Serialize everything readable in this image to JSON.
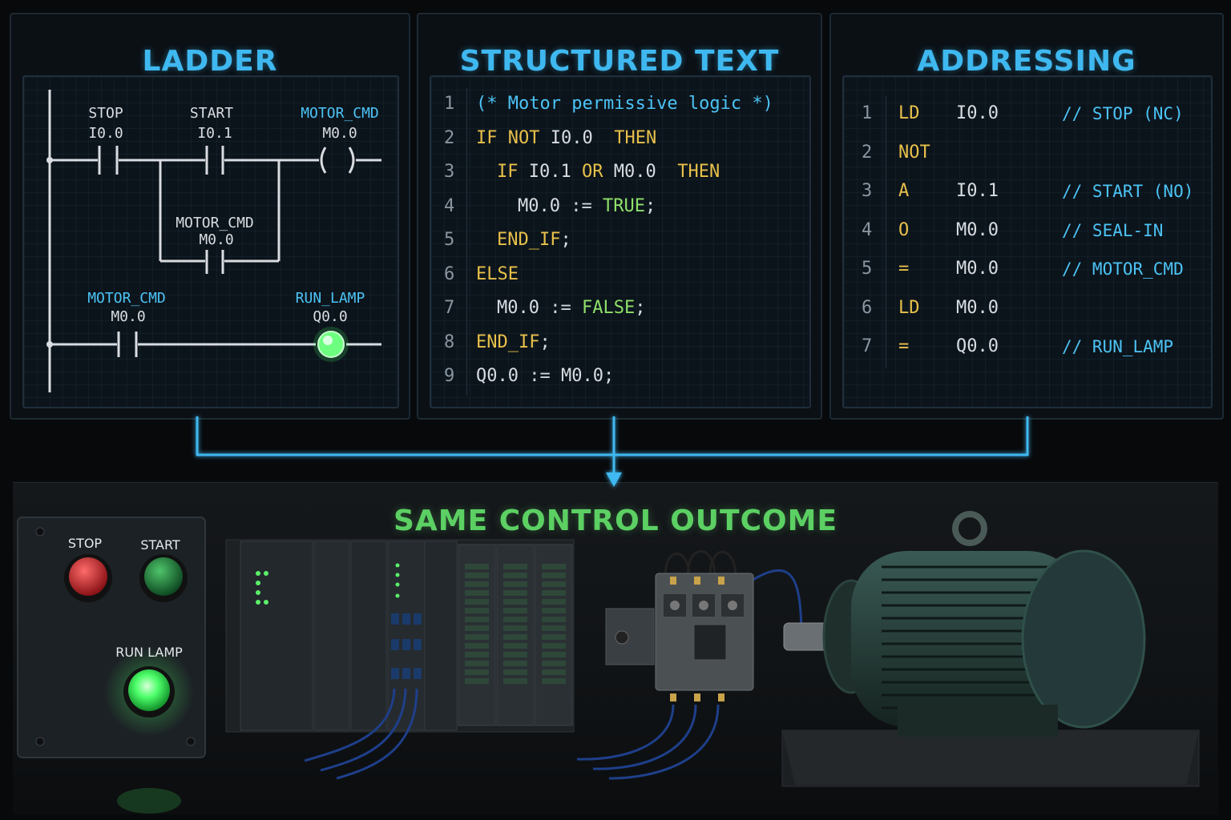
{
  "panels": {
    "ladder": {
      "title": "LADDER"
    },
    "structured_text": {
      "title": "STRUCTURED TEXT"
    },
    "addressing": {
      "title": "ADDRESSING"
    }
  },
  "ladder": {
    "rung1": {
      "stop_name": "STOP",
      "stop_addr": "I0.0",
      "start_name": "START",
      "start_addr": "I0.1",
      "coil_name": "MOTOR_CMD",
      "coil_addr": "M0.0",
      "coil_symbol": "( )",
      "seal_name": "MOTOR_CMD",
      "seal_addr": "M0.0"
    },
    "rung2": {
      "contact_name": "MOTOR_CMD",
      "contact_addr": "M0.0",
      "lamp_name": "RUN_LAMP",
      "lamp_addr": "Q0.0"
    }
  },
  "structured_text": {
    "lines": [
      {
        "num": "1",
        "indent": 0,
        "tokens": [
          {
            "t": "(* Motor permissive logic *)",
            "c": "cm"
          }
        ]
      },
      {
        "num": "2",
        "indent": 0,
        "tokens": [
          {
            "t": "IF NOT",
            "c": "kw"
          },
          {
            "t": " I0.0  ",
            "c": ""
          },
          {
            "t": "THEN",
            "c": "kw"
          }
        ]
      },
      {
        "num": "3",
        "indent": 1,
        "tokens": [
          {
            "t": "IF",
            "c": "kw"
          },
          {
            "t": " I0.1 ",
            "c": ""
          },
          {
            "t": "OR",
            "c": "kw"
          },
          {
            "t": " M0.0  ",
            "c": ""
          },
          {
            "t": "THEN",
            "c": "kw"
          }
        ]
      },
      {
        "num": "4",
        "indent": 2,
        "tokens": [
          {
            "t": "M0.0 ",
            "c": ""
          },
          {
            "t": ":=",
            "c": "op"
          },
          {
            "t": " TRUE",
            "c": "lit"
          },
          {
            "t": ";",
            "c": ""
          }
        ]
      },
      {
        "num": "5",
        "indent": 1,
        "tokens": [
          {
            "t": "END_IF",
            "c": "kw"
          },
          {
            "t": ";",
            "c": ""
          }
        ]
      },
      {
        "num": "6",
        "indent": 0,
        "tokens": [
          {
            "t": "ELSE",
            "c": "kw"
          }
        ]
      },
      {
        "num": "7",
        "indent": 1,
        "tokens": [
          {
            "t": "M0.0 ",
            "c": ""
          },
          {
            "t": ":=",
            "c": "op"
          },
          {
            "t": " FALSE",
            "c": "lit"
          },
          {
            "t": ";",
            "c": ""
          }
        ]
      },
      {
        "num": "8",
        "indent": 0,
        "tokens": [
          {
            "t": "END_IF",
            "c": "kw"
          },
          {
            "t": ";",
            "c": ""
          }
        ]
      },
      {
        "num": "9",
        "indent": 0,
        "tokens": [
          {
            "t": "Q0.0 ",
            "c": ""
          },
          {
            "t": ":=",
            "c": "op"
          },
          {
            "t": " M0.0;",
            "c": ""
          }
        ]
      }
    ]
  },
  "addressing": {
    "lines": [
      {
        "num": "1",
        "op": "LD",
        "operand": "I0.0",
        "comment": "// STOP (NC)"
      },
      {
        "num": "2",
        "op": "NOT",
        "operand": "",
        "comment": ""
      },
      {
        "num": "3",
        "op": "A",
        "operand": "I0.1",
        "comment": "// START (NO)"
      },
      {
        "num": "4",
        "op": "O",
        "operand": "M0.0",
        "comment": "// SEAL-IN"
      },
      {
        "num": "5",
        "op": "=",
        "operand": "M0.0",
        "comment": "// MOTOR_CMD"
      },
      {
        "num": "6",
        "op": "LD",
        "operand": "M0.0",
        "comment": ""
      },
      {
        "num": "7",
        "op": "=",
        "operand": "Q0.0",
        "comment": "// RUN_LAMP"
      }
    ]
  },
  "outcome": {
    "title": "SAME CONTROL OUTCOME"
  },
  "control_box": {
    "stop_label": "STOP",
    "start_label": "START",
    "lamp_label": "RUN LAMP"
  },
  "colors": {
    "accent_blue": "#3fb8f0",
    "keyword_yellow": "#e8c04a",
    "literal_green": "#8fe06a",
    "outcome_green": "#5cd063",
    "lamp_green": "#4dff6a",
    "stop_red": "#c9262b",
    "start_green": "#1f8a3a"
  }
}
